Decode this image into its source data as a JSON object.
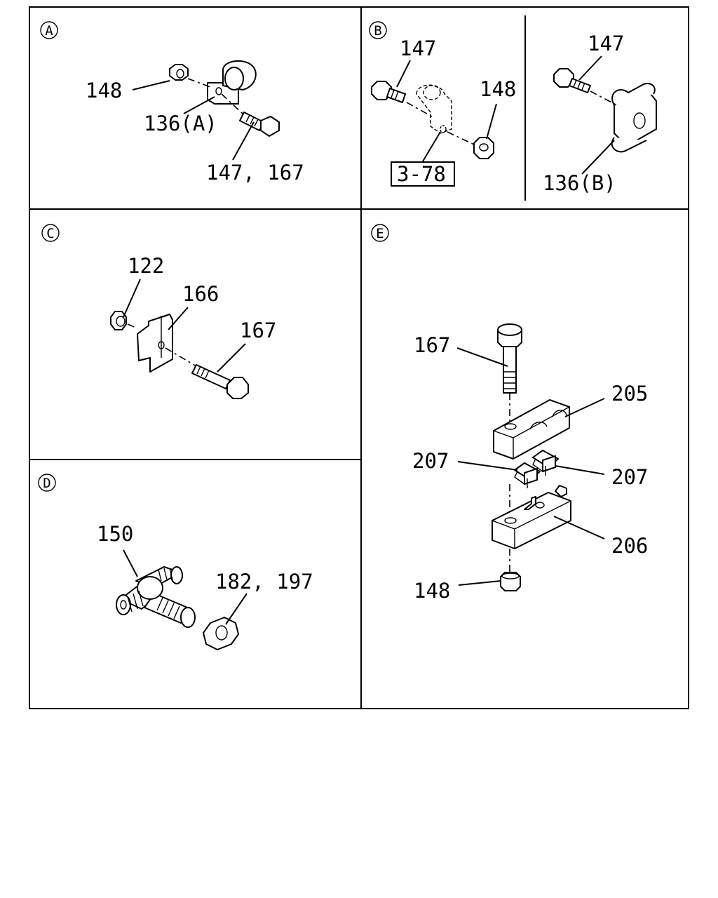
{
  "panels": {
    "a": {
      "tag": "A",
      "labels": [
        "148",
        "136(A)",
        "147, 167"
      ]
    },
    "b": {
      "tag": "B",
      "labels": [
        "147",
        "148",
        "3-78",
        "147",
        "136(B)"
      ]
    },
    "c": {
      "tag": "C",
      "labels": [
        "122",
        "166",
        "167"
      ]
    },
    "d": {
      "tag": "D",
      "labels": [
        "150",
        "182, 197"
      ]
    },
    "e": {
      "tag": "E",
      "labels": [
        "167",
        "205",
        "207",
        "207",
        "206",
        "148"
      ]
    }
  }
}
